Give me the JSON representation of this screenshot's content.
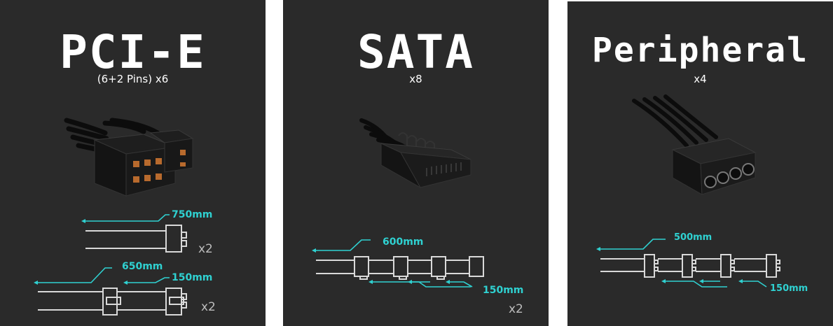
{
  "colors": {
    "panel": "#2a2a2a",
    "accent": "#2fd1d1",
    "line": "#d9d9d9",
    "qty": "#bdbdbd"
  },
  "panels": [
    {
      "title": "PCI-E",
      "subtitle": "(6+2 Pins) x6",
      "labels": {
        "len_a": "750mm",
        "qty_a": "x2",
        "len_b": "650mm",
        "len_c": "150mm",
        "qty_b": "x2"
      }
    },
    {
      "title": "SATA",
      "subtitle": "x8",
      "labels": {
        "len_a": "600mm",
        "len_b": "150mm",
        "qty_a": "x2"
      }
    },
    {
      "title": "Peripheral",
      "subtitle": "x4",
      "labels": {
        "len_a": "500mm",
        "len_b": "150mm"
      }
    }
  ]
}
